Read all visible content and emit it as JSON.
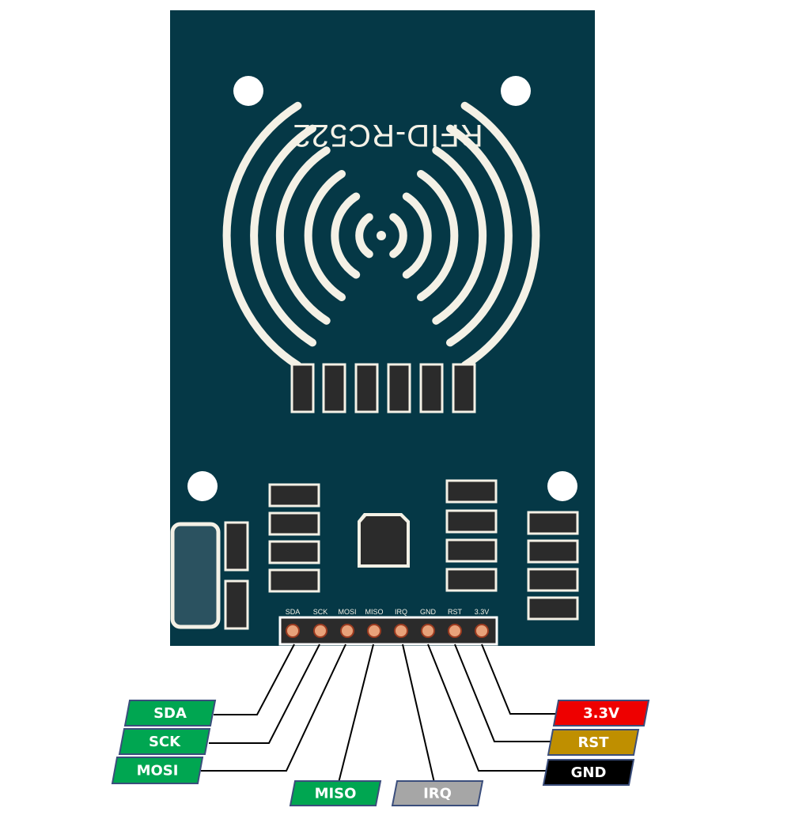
{
  "board": {
    "title": "RFID-RC522",
    "colors": {
      "pcb": "#053846",
      "silk": "#f4f1e6",
      "component": "#2b2b2b",
      "pad": "#e8a27a"
    },
    "pins": [
      "SDA",
      "SCK",
      "MOSI",
      "MISO",
      "IRQ",
      "GND",
      "RST",
      "3.3V"
    ]
  },
  "pin_tags": [
    {
      "label": "SDA",
      "bg": "#00a651",
      "fg": "#ffffff"
    },
    {
      "label": "SCK",
      "bg": "#00a651",
      "fg": "#ffffff"
    },
    {
      "label": "MOSI",
      "bg": "#00a651",
      "fg": "#ffffff"
    },
    {
      "label": "MISO",
      "bg": "#00a651",
      "fg": "#ffffff"
    },
    {
      "label": "IRQ",
      "bg": "#a6a6a6",
      "fg": "#ffffff"
    },
    {
      "label": "GND",
      "bg": "#000000",
      "fg": "#ffffff"
    },
    {
      "label": "RST",
      "bg": "#bf8f00",
      "fg": "#ffffff"
    },
    {
      "label": "3.3V",
      "bg": "#ee0000",
      "fg": "#ffffff"
    }
  ]
}
